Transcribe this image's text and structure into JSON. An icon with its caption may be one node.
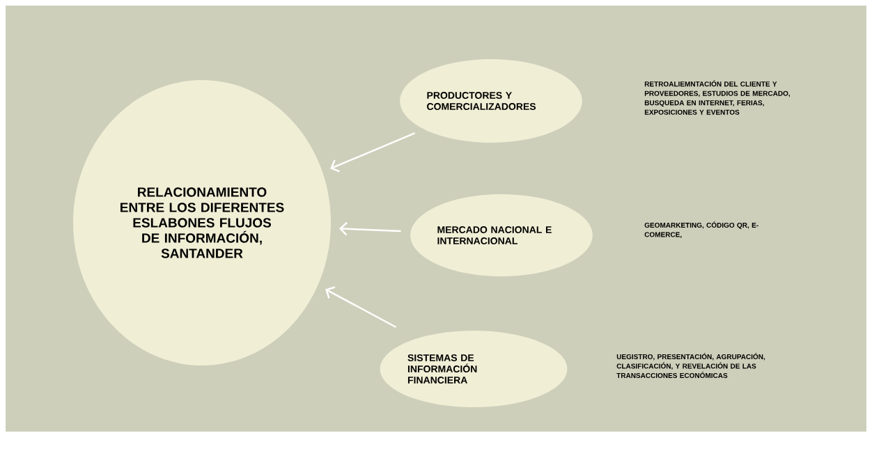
{
  "diagram": {
    "nodes": [
      {
        "text": [
          "RELACIONAMIENTO ENTRE LOS DIFERENTES ESLABONES FLUJOS DE INFORMACIÓN, SANTANDER"
        ]
      },
      {
        "text": [
          "PRODUCTORES Y COMERCIALIZADORES"
        ]
      },
      {
        "text": [
          "MERCADO NACIONAL E INTERNACIONAL"
        ]
      },
      {
        "text": [
          "SISTEMAS DE INFORMACIÓN FINANCIERA"
        ]
      }
    ],
    "labels": [
      "RETROALIEMNTACIÓN DEL CLIENTE Y PROVEEDORES, ESTUDIOS DE MERCADO, BUSQUEDA EN INTERNET, FERIAS, EXPOSICIONES Y EVENTOS",
      "GEOMARKETING, CÓDIGO QR, E-COMERCE,",
      "UEGISTRO, PRESENTACIÓN, AGRUPACIÓN, CLASIFICACIÓN, Y REVELACIÓN DE LAS TRANSACCIONES ECONÓMICAS"
    ],
    "edges": [
      {
        "from": 1,
        "to": 0,
        "arrow": "to"
      },
      {
        "from": 2,
        "to": 0,
        "arrow": "to"
      },
      {
        "from": 3,
        "to": 0,
        "arrow": "to"
      }
    ]
  }
}
